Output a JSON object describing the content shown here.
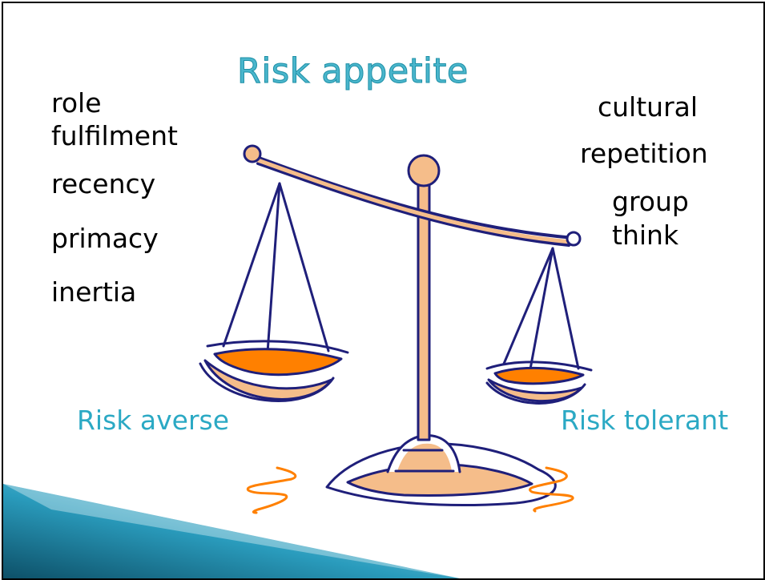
{
  "title": "Risk appetite",
  "left_factors": [
    "role",
    "fulfilment",
    "recency",
    "primacy",
    "inertia"
  ],
  "right_factors": [
    "cultural",
    "repetition",
    "group",
    "think"
  ],
  "labels": {
    "left": "Risk averse",
    "right": "Risk tolerant"
  },
  "colors": {
    "title": "#4ab6cc",
    "label": "#2ba9c4",
    "outline": "#1f1f7a",
    "tan": "#f5bd8a",
    "orange": "#ff8000",
    "wedge_dark": "#0d5068",
    "wedge_light": "#8fd3e6"
  },
  "icons": [
    "balance-scale-icon",
    "decorative-wedge-icon",
    "squiggle-icon"
  ]
}
